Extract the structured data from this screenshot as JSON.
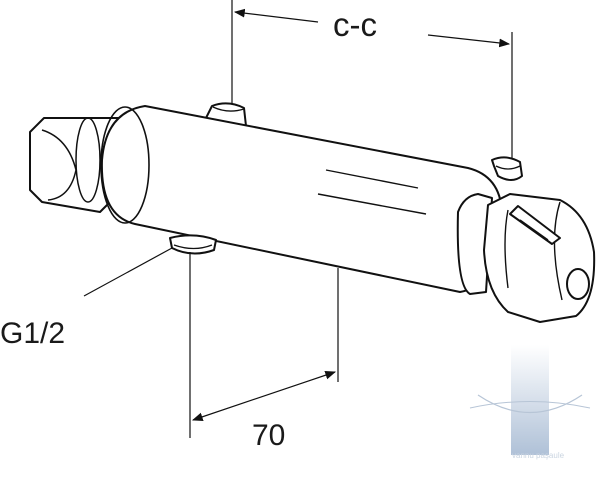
{
  "dimensions": {
    "cc_label": "c-c",
    "thread_label": "G1/2",
    "depth_label": "70"
  },
  "watermark": {
    "text": "vannu paşaule",
    "color": "#6f8fb8"
  },
  "colors": {
    "stroke": "#111111",
    "fill": "#ffffff"
  }
}
